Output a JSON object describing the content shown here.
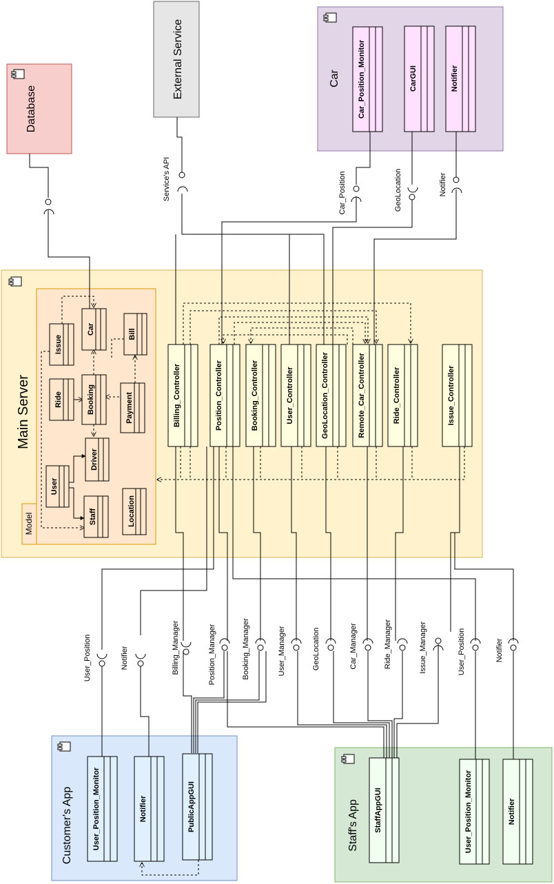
{
  "colors": {
    "database": "#f8cecc",
    "database_stroke": "#b85450",
    "external": "#e6e6e6",
    "external_stroke": "#666666",
    "car_group": "#e1d5e7",
    "car_group_stroke": "#9673a6",
    "car_comp": "#ffe0ff",
    "main_server": "#fff2cc",
    "main_server_stroke": "#d6b656",
    "model": "#ffe6cc",
    "model_stroke": "#d79b00",
    "controller": "#ffffe0",
    "customer_app": "#dae8fc",
    "customer_app_stroke": "#6c8ebf",
    "customer_comp": "#e0f0ff",
    "staff_app": "#d5e8d4",
    "staff_app_stroke": "#82b366",
    "staff_comp": "#f0fff0"
  },
  "groups": {
    "database": "Database",
    "external_service": "External Service",
    "car": "Car",
    "main_server": "Main Server",
    "model": "Model",
    "customer_app": "Customer's App",
    "staff_app": "Staff's App"
  },
  "car_components": [
    "Car_Position_Monitor",
    "CarGUI",
    "Notifier"
  ],
  "model_classes": [
    "Issue",
    "Car",
    "Bill",
    "Ride",
    "Booking",
    "Payment",
    "Driver",
    "User",
    "Staff",
    "Location"
  ],
  "controllers": [
    "Billing_Controller",
    "Position_Controller",
    "Booking_Controller",
    "User_Controller",
    "GeoLocation_Controller",
    "Remote_Car_Controller",
    "Ride_Controller",
    "Issue_Controller"
  ],
  "customer_components": [
    "User_Position_Monitor",
    "Notifier",
    "PublicAppGUI"
  ],
  "staff_components": [
    "StaffAppGUI",
    "User_Position_Monitor",
    "Notifier"
  ],
  "top_interfaces": [
    "Service's API",
    "Car_Position",
    "GeoLocation",
    "Notifier"
  ],
  "bottom_interfaces": [
    "User_Position",
    "Notifier",
    "Billing_Manager",
    "Position_Manager",
    "Booking_Manager",
    "User_Manager",
    "GeoLocation",
    "Car_Manager",
    "Ride_Manager",
    "Issue_Manager",
    "User_Position",
    "Notifier"
  ]
}
